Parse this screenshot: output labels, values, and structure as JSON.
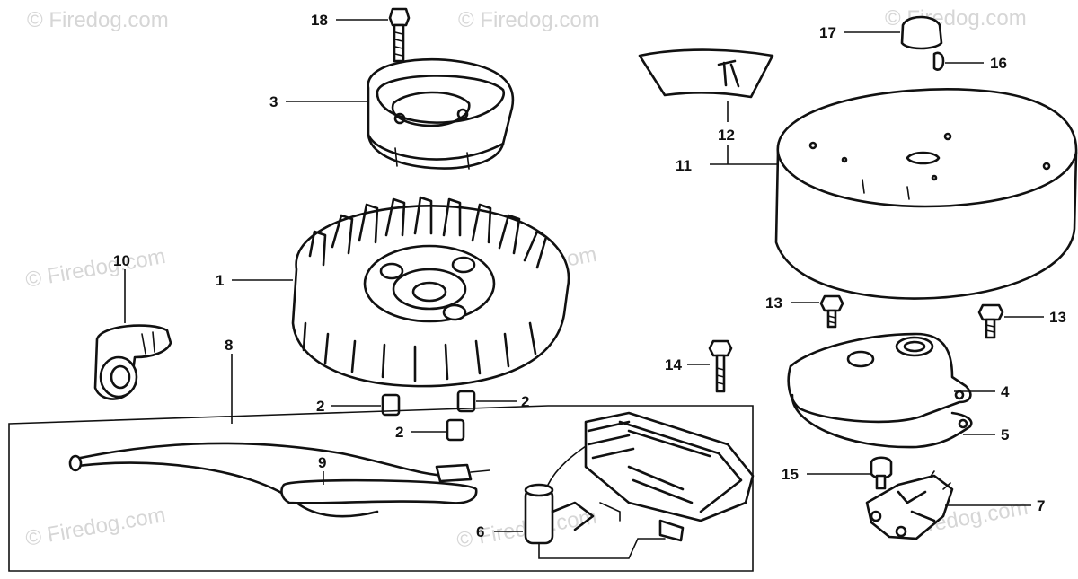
{
  "watermark": "© Firedog.com",
  "callouts": {
    "c1": "1",
    "c2a": "2",
    "c2b": "2",
    "c2c": "2",
    "c3": "3",
    "c4": "4",
    "c5": "5",
    "c6": "6",
    "c7": "7",
    "c8": "8",
    "c9": "9",
    "c10": "10",
    "c11": "11",
    "c12": "12",
    "c13a": "13",
    "c13b": "13",
    "c14": "14",
    "c15": "15",
    "c16": "16",
    "c17": "17",
    "c18": "18"
  }
}
